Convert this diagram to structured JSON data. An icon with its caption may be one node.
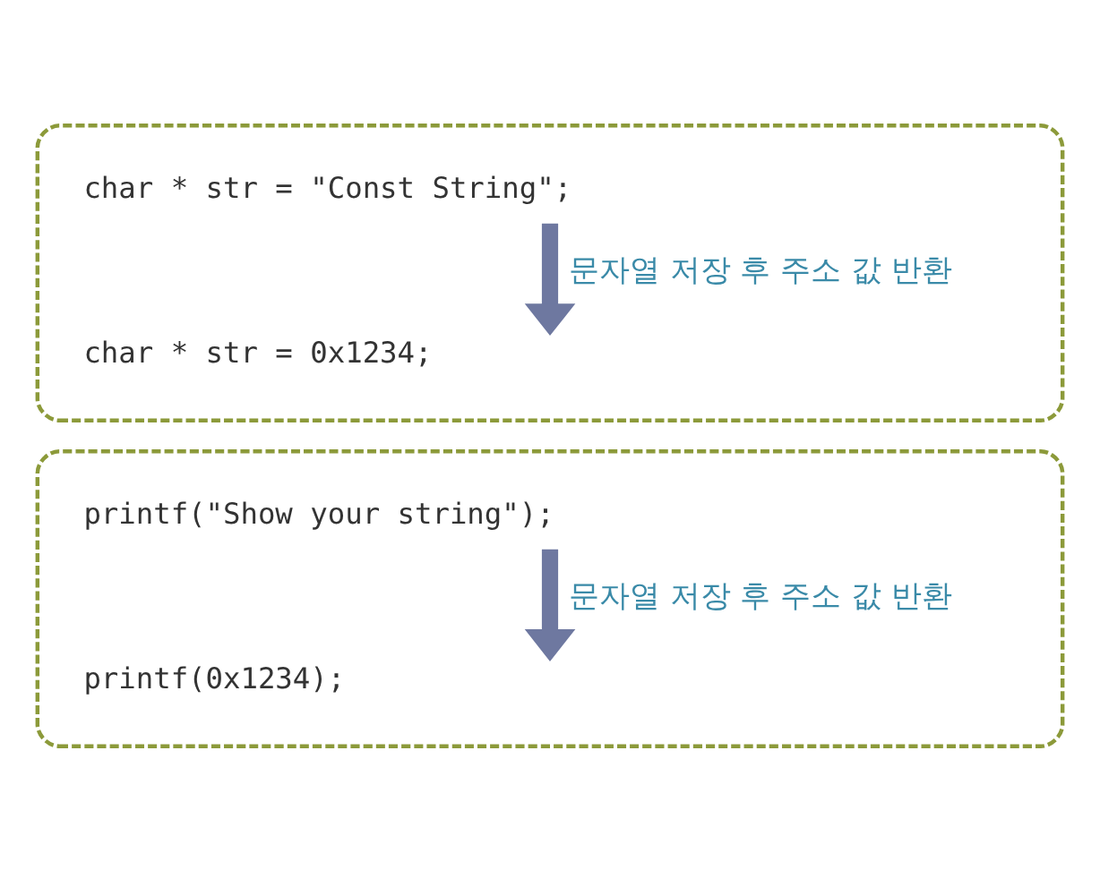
{
  "diagram": {
    "nodes": [
      {
        "text": [],
        "shape": "box"
      },
      {
        "text": [
          "char * str = \"Const String\";"
        ],
        "in": 0
      },
      {
        "text": [
          "char * str = 0x1234;"
        ],
        "in": 0
      },
      {
        "text": [],
        "shape": "box"
      },
      {
        "text": [
          "printf(\"Show your string\");"
        ],
        "in": 3
      },
      {
        "text": [
          "printf(0x1234);"
        ],
        "in": 3
      }
    ],
    "edges": [
      {
        "from": 1,
        "to": 2,
        "arrow": "to",
        "label": "문자열 저장 후 주소 값 반환"
      },
      {
        "from": 4,
        "to": 5,
        "arrow": "to",
        "label": "문자열 저장 후 주소 값 반환"
      }
    ]
  }
}
